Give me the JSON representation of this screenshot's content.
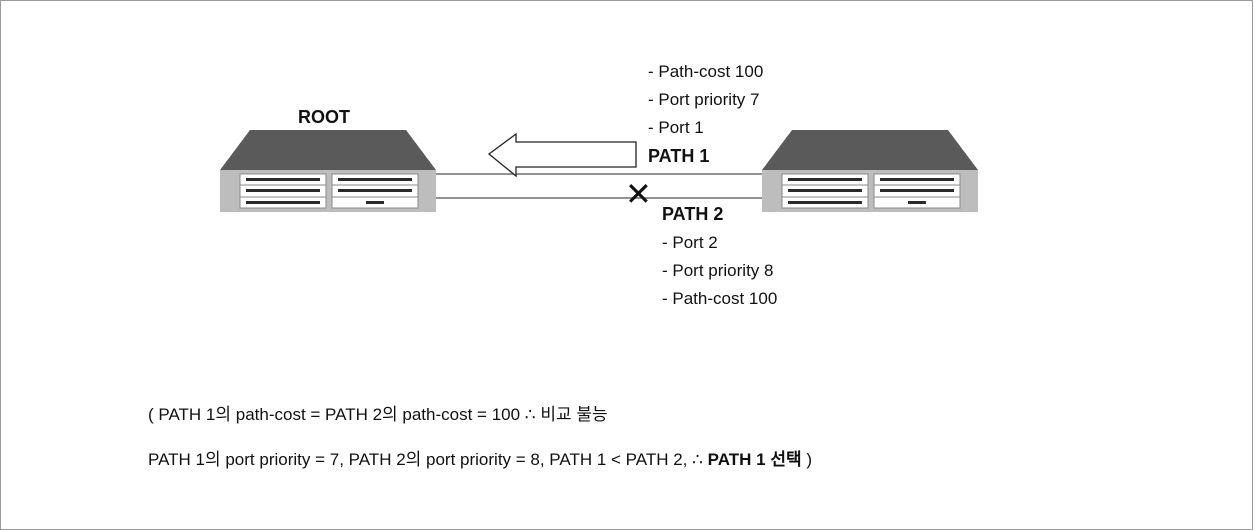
{
  "labels": {
    "root": "ROOT",
    "path1": "PATH 1",
    "path2": "PATH 2",
    "blocked_marker": "✕"
  },
  "path1_details": [
    "- Path-cost 100",
    "- Port priority 7",
    "- Port 1"
  ],
  "path2_details": [
    "- Port 2",
    "- Port priority 8",
    "- Path-cost 100"
  ],
  "notes": {
    "line1": "( PATH 1의  path-cost = PATH 2의  path-cost = 100  ∴  비교  불능",
    "line2_prefix": "PATH 1의  port priority = 7, PATH 2의  port priority = 8, PATH 1 <   PATH 2,  ∴",
    "line2_bold": "PATH 1  선택",
    "line2_suffix": " )"
  },
  "colors": {
    "chassis_top": "#5a5a5a",
    "chassis_body": "#bdbdbd",
    "panel": "#ffffff",
    "slot": "#2a2a2a",
    "line": "#6e6e6e",
    "frame": "#9a9a9a"
  }
}
